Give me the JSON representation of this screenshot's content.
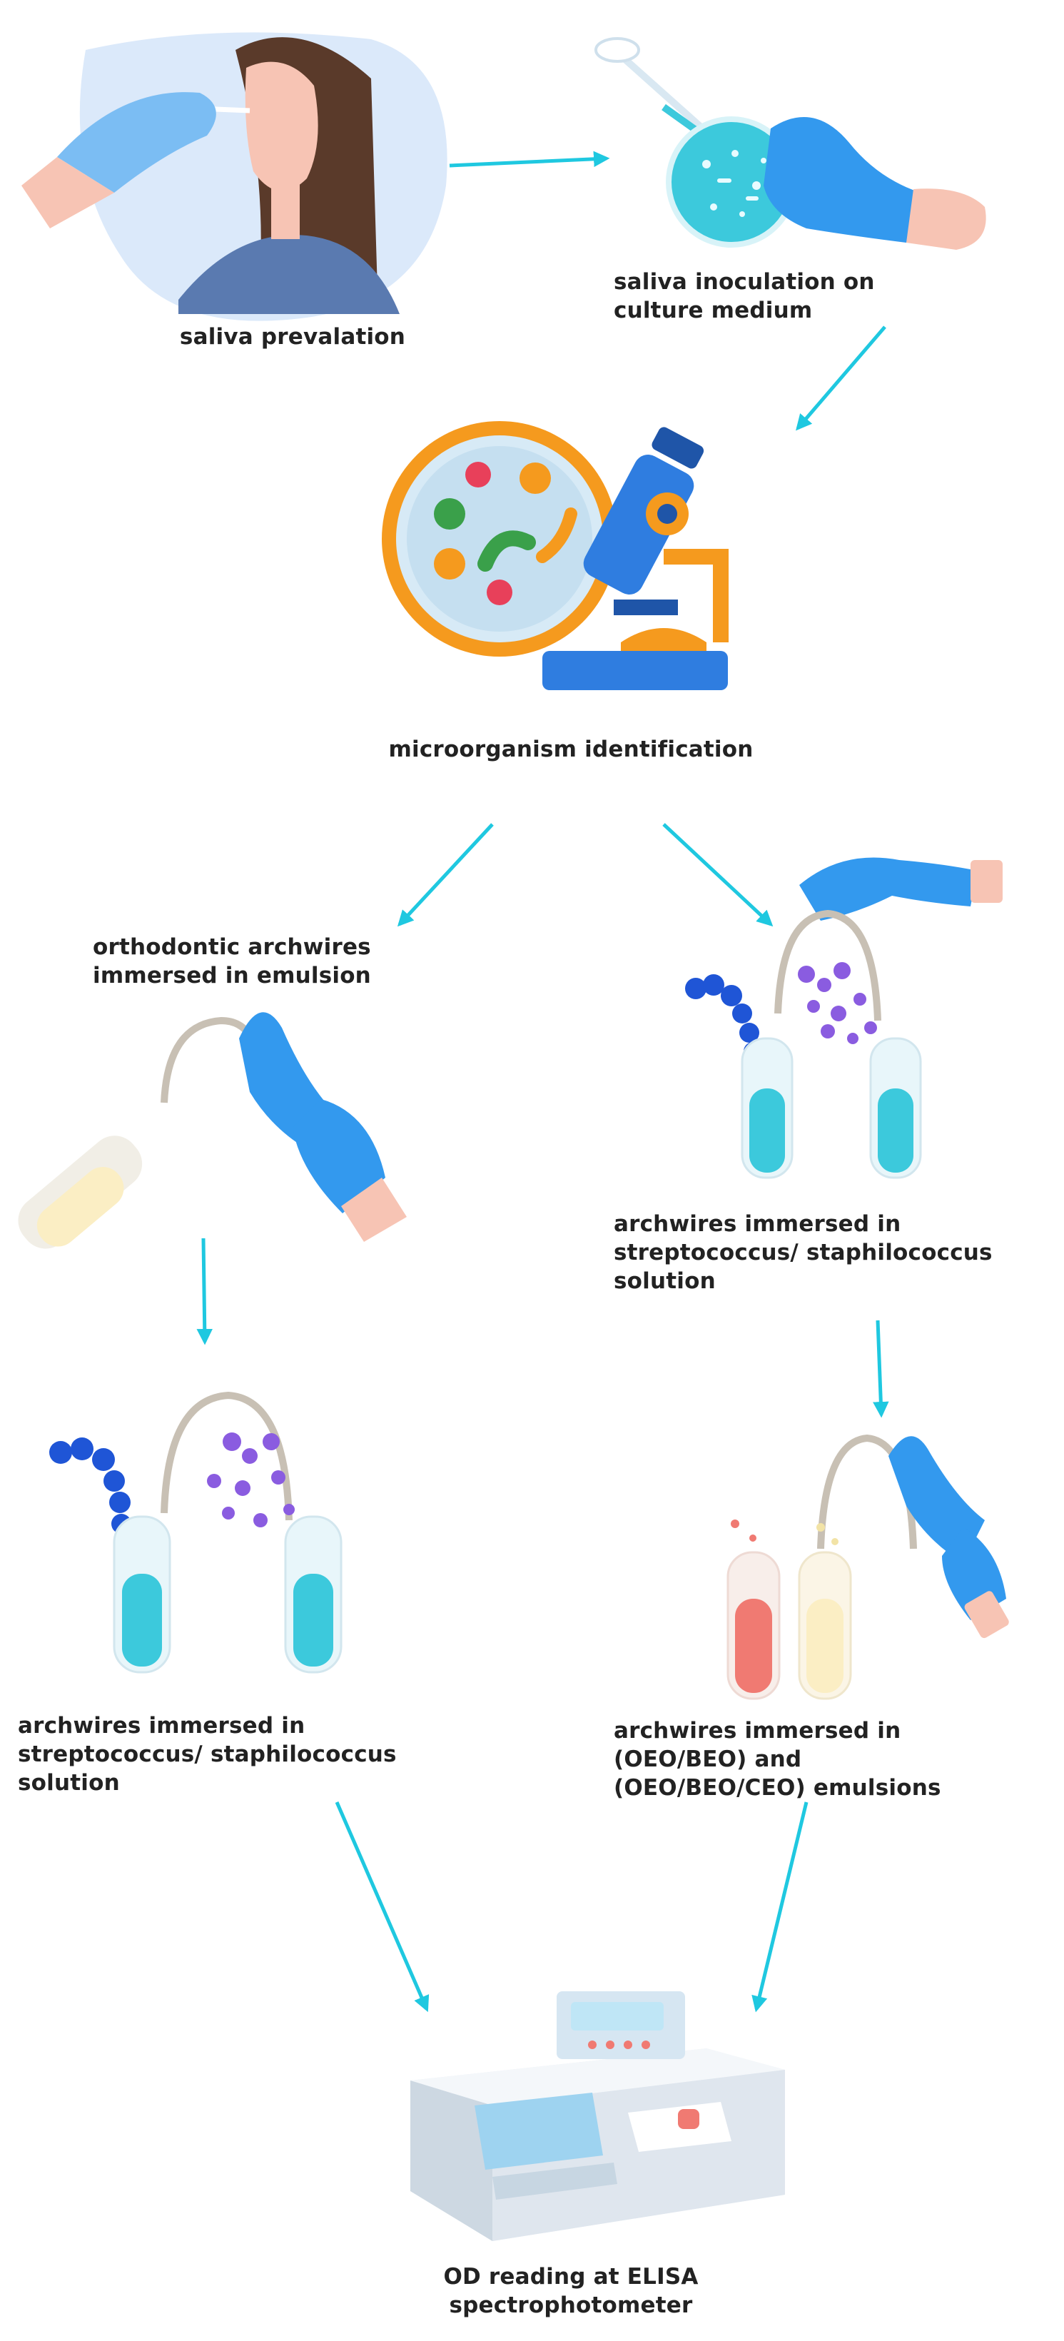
{
  "colors": {
    "arrow": "#1fc8e0",
    "glove": "#3399ee",
    "glove_dark": "#1f78d1",
    "skin": "#f7c4b4",
    "liquid_cyan": "#3cc9dc",
    "liquid_red": "#f07a72",
    "liquid_yellow": "#fbeec4",
    "bacteria_blue": "#1f55d6",
    "bacteria_purple": "#8a5ce0",
    "archwire": "#c8c0b4",
    "microscope_blue": "#2f7de0",
    "microscope_orange": "#f59a1e"
  },
  "icons": [
    "saliva-sampling-icon",
    "petri-dish-inoculation-icon",
    "microscope-icon",
    "archwire-in-emulsion-tube-icon",
    "archwires-in-bacterial-tubes-icon",
    "archwires-in-emulsion-tubes-icon",
    "elisa-spectrophotometer-icon"
  ],
  "steps": {
    "saliva_sampling": "saliva prevalation",
    "inoculation": "saliva inoculation on\nculture medium",
    "identification": "microorganism identification",
    "left_emulsion": "orthodontic archwires\nimmersed in emulsion",
    "right_bacteria": "archwires immersed in\nstreptococcus/ staphilococcus\nsolution",
    "left_bacteria": "archwires immersed in\nstreptococcus/ staphilococcus\nsolution",
    "right_emulsion": "archwires immersed in\n(OEO/BEO) and\n(OEO/BEO/CEO) emulsions",
    "reading": "OD reading at ELISA\nspectrophotometer"
  }
}
